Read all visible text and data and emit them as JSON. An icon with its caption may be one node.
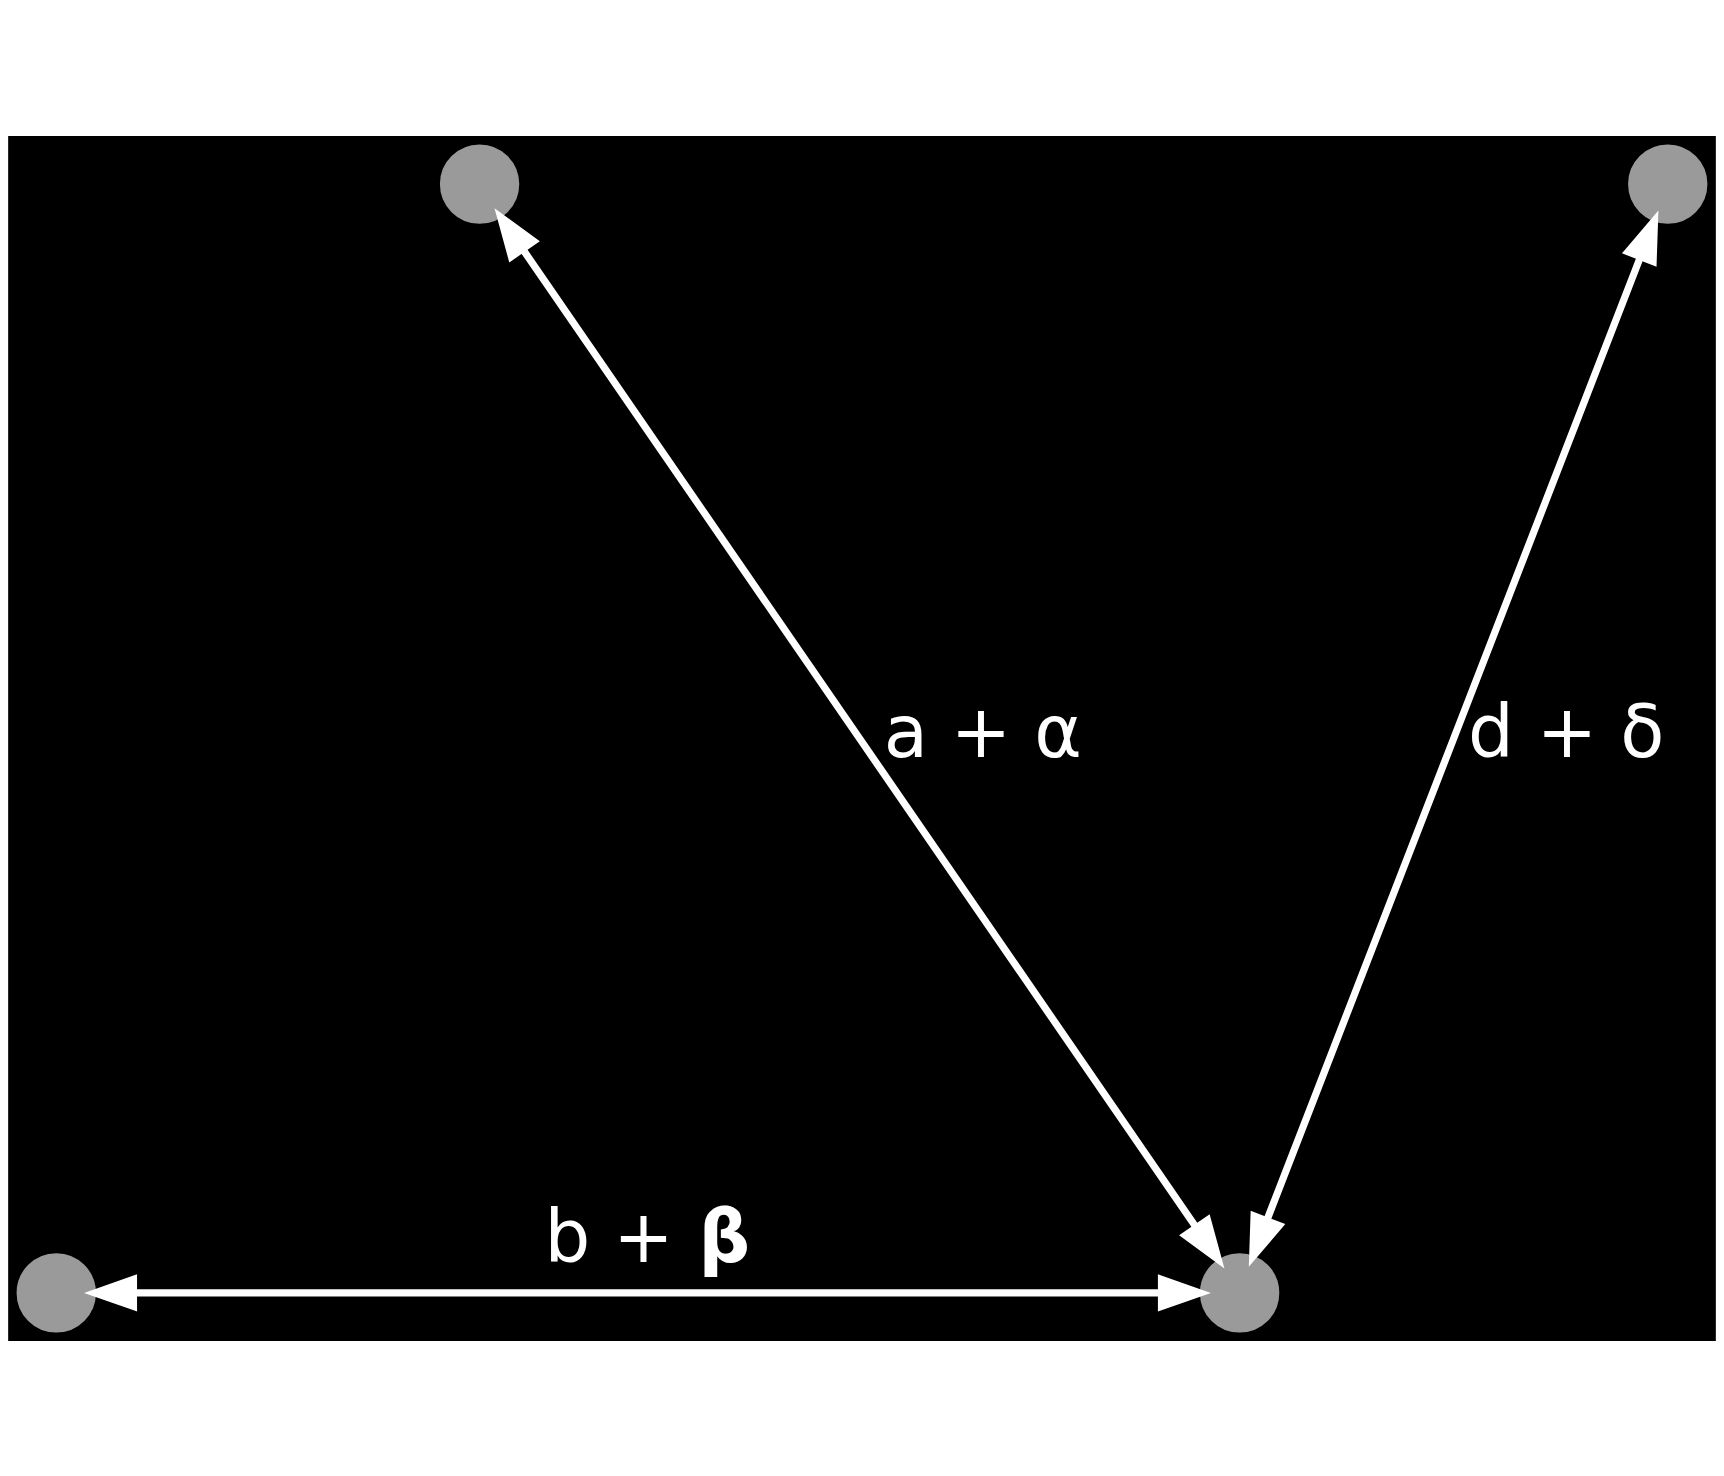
{
  "diagram": {
    "nodes": [
      {
        "text": [],
        "shape": "circle"
      },
      {
        "text": [],
        "shape": "circle"
      },
      {
        "text": [],
        "shape": "circle"
      },
      {
        "text": [],
        "shape": "circle"
      }
    ],
    "edges": [
      {
        "from": 0,
        "to": 3,
        "arrow": "both",
        "label": "a + α"
      },
      {
        "from": 1,
        "to": 3,
        "arrow": "both",
        "label": "d + δ"
      },
      {
        "from": 2,
        "to": 3,
        "arrow": "both",
        "label": "b + **β**"
      }
    ]
  }
}
